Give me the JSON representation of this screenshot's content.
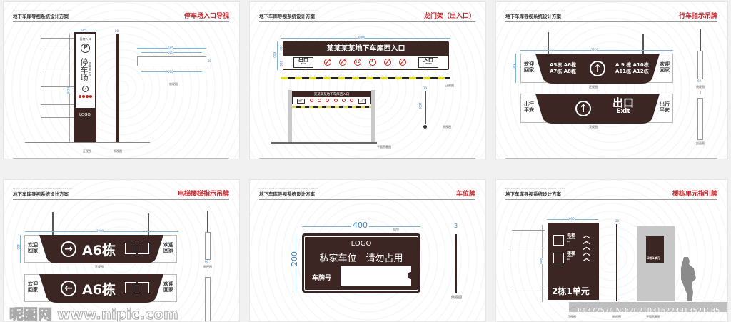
{
  "common": {
    "header": "地下车库导视系统设计方案",
    "header_en": "DESIGN SCHEME OF UNDERGROUND GARAGE GUIDANCE SYSTEM"
  },
  "colors": {
    "brown": "#3b2623",
    "title_red": "#c3272d",
    "icon_red": "#d0211c",
    "dimension_blue": "#3d83bf"
  },
  "panels": [
    {
      "title": "停车场入口导视",
      "sign": {
        "top": "西南入口",
        "icon": "parking-p-icon",
        "p": "P",
        "text": "停车场",
        "text_en": "PARKING LOT",
        "arrow": "chevron-right-circle-icon",
        "logo": "LOGO"
      },
      "dims": {
        "width": "565",
        "height": "2850",
        "side": "80",
        "plan_outer": "565",
        "plan_inner": "500",
        "plan_bottom": "500",
        "plan_h": "80"
      },
      "captions": {
        "front": "正视图",
        "side": "侧视图",
        "plan": "俯视图"
      }
    },
    {
      "title": "龙门架（出入口）",
      "sign": {
        "main": "某某某某地下车库西入口",
        "exit": "出口",
        "exit_en": "EXIT",
        "enter": "入口",
        "enter_en": "ENTER"
      },
      "icons": [
        "no-pedestrian-icon",
        "no-horn-icon",
        "height-limit-icon",
        "speed-limit-icon",
        "no-walking-icon",
        "no-bicycle-icon"
      ],
      "height_limit": "2.2",
      "speed_limit": "5",
      "dims": {
        "width": "6000",
        "height": "600",
        "top": "300",
        "bottom": "300",
        "pole_w": "30",
        "pole_h": "1600"
      },
      "captions": {
        "front": "正视图",
        "plan": "平面示意图",
        "side": "侧视图"
      }
    },
    {
      "title": "行车指示吊牌",
      "front": {
        "left": "欢迎回家",
        "right": "欢迎回家",
        "b1": "A5栋",
        "b2": "A6栋",
        "b3": "A7栋",
        "b4": "A8栋",
        "b5": "A 9 栋",
        "b6": "A10栋",
        "b7": "A11栋",
        "b8": "A12栋"
      },
      "back": {
        "left": "出行平安",
        "right": "出行平安",
        "exit": "出口",
        "exit_en": "Exit"
      },
      "dims": {
        "width": "2200",
        "height": "400",
        "depth": "60",
        "section_w": "7"
      },
      "captions": {
        "front": "正视图",
        "back": "背视图",
        "side": "侧视图",
        "section": "剖面图"
      }
    },
    {
      "title": "电梯楼梯指示吊牌",
      "front": {
        "left": "欢迎回家",
        "right": "欢迎回家",
        "text": "A6栋"
      },
      "back": {
        "left": "欢迎回家",
        "right": "欢迎回家",
        "text": "A6栋"
      },
      "dims": {
        "width": "2200",
        "height": "400",
        "depth": "60",
        "section_w": "7"
      },
      "captions": {
        "front": "正视图",
        "side": "侧视图"
      }
    },
    {
      "title": "车位牌",
      "sign": {
        "logo": "LOGO",
        "text": "私家车位　请勿占用",
        "plate_label": "车牌号"
      },
      "dims": {
        "width": "400",
        "height": "200",
        "thickness": "3",
        "hole": "镂空"
      },
      "captions": {
        "side": "侧视图"
      }
    },
    {
      "title": "楼栋单元指引牌",
      "sign": {
        "elevator": "电梯",
        "elevator_en": "ELEVATOR",
        "stairs": "楼梯",
        "stairs_en": "STAIRS",
        "unit": "2栋1单元"
      },
      "dims": {
        "width": "600",
        "height": "900",
        "depth": "20"
      },
      "captions": {
        "front": "正视图",
        "side": "侧视图",
        "plan": "平面示意图"
      }
    }
  ],
  "watermarks": {
    "site": "昵图网 www.nipic.com",
    "id": "ID:4372574 NO:20210316223913521085"
  }
}
